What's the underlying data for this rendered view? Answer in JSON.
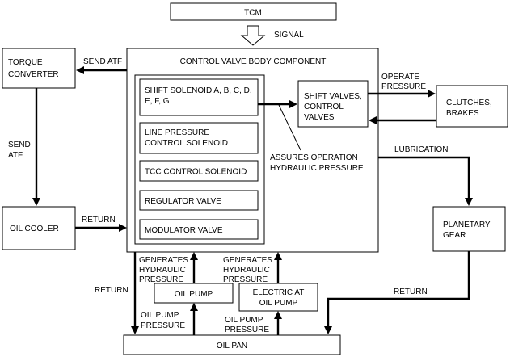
{
  "boxes": {
    "tcm": "TCM",
    "torque_converter": [
      "TORQUE",
      "CONVERTER"
    ],
    "control_valve_body": "CONTROL VALVE BODY COMPONENT",
    "shift_solenoid": [
      "SHIFT SOLENOID A, B, C, D,",
      "E, F, G"
    ],
    "line_pressure_solenoid": [
      "LINE PRESSURE",
      "CONTROL SOLENOID"
    ],
    "tcc_solenoid": "TCC CONTROL SOLENOID",
    "regulator_valve": "REGULATOR VALVE",
    "modulator_valve": "MODULATOR VALVE",
    "shift_valves": [
      "SHIFT VALVES,",
      "CONTROL",
      "VALVES"
    ],
    "clutches_brakes": [
      "CLUTCHES,",
      "BRAKES"
    ],
    "oil_cooler": "OIL COOLER",
    "planetary_gear": [
      "PLANETARY",
      "GEAR"
    ],
    "oil_pump": "OIL PUMP",
    "electric_oil_pump": [
      "ELECTRIC AT",
      "OIL PUMP"
    ],
    "oil_pan": "OIL PAN"
  },
  "labels": {
    "signal": "SIGNAL",
    "send_atf_top": "SEND ATF",
    "send_atf_left": [
      "SEND",
      "ATF"
    ],
    "operate_pressure": [
      "OPERATE",
      "PRESSURE"
    ],
    "assures_operation": [
      "ASSURES OPERATION",
      "HYDRAULIC PRESSURE"
    ],
    "lubrication": "LUBRICATION",
    "return_cooler": "RETURN",
    "return_left": "RETURN",
    "return_right": "RETURN",
    "generates_left": [
      "GENERATES",
      "HYDRAULIC",
      "PRESSURE"
    ],
    "generates_right": [
      "GENERATES",
      "HYDRAULIC",
      "PRESSURE"
    ],
    "oil_pump_pressure_left": [
      "OIL PUMP",
      "PRESSURE"
    ],
    "oil_pump_pressure_right": [
      "OIL PUMP",
      "PRESSURE"
    ]
  }
}
